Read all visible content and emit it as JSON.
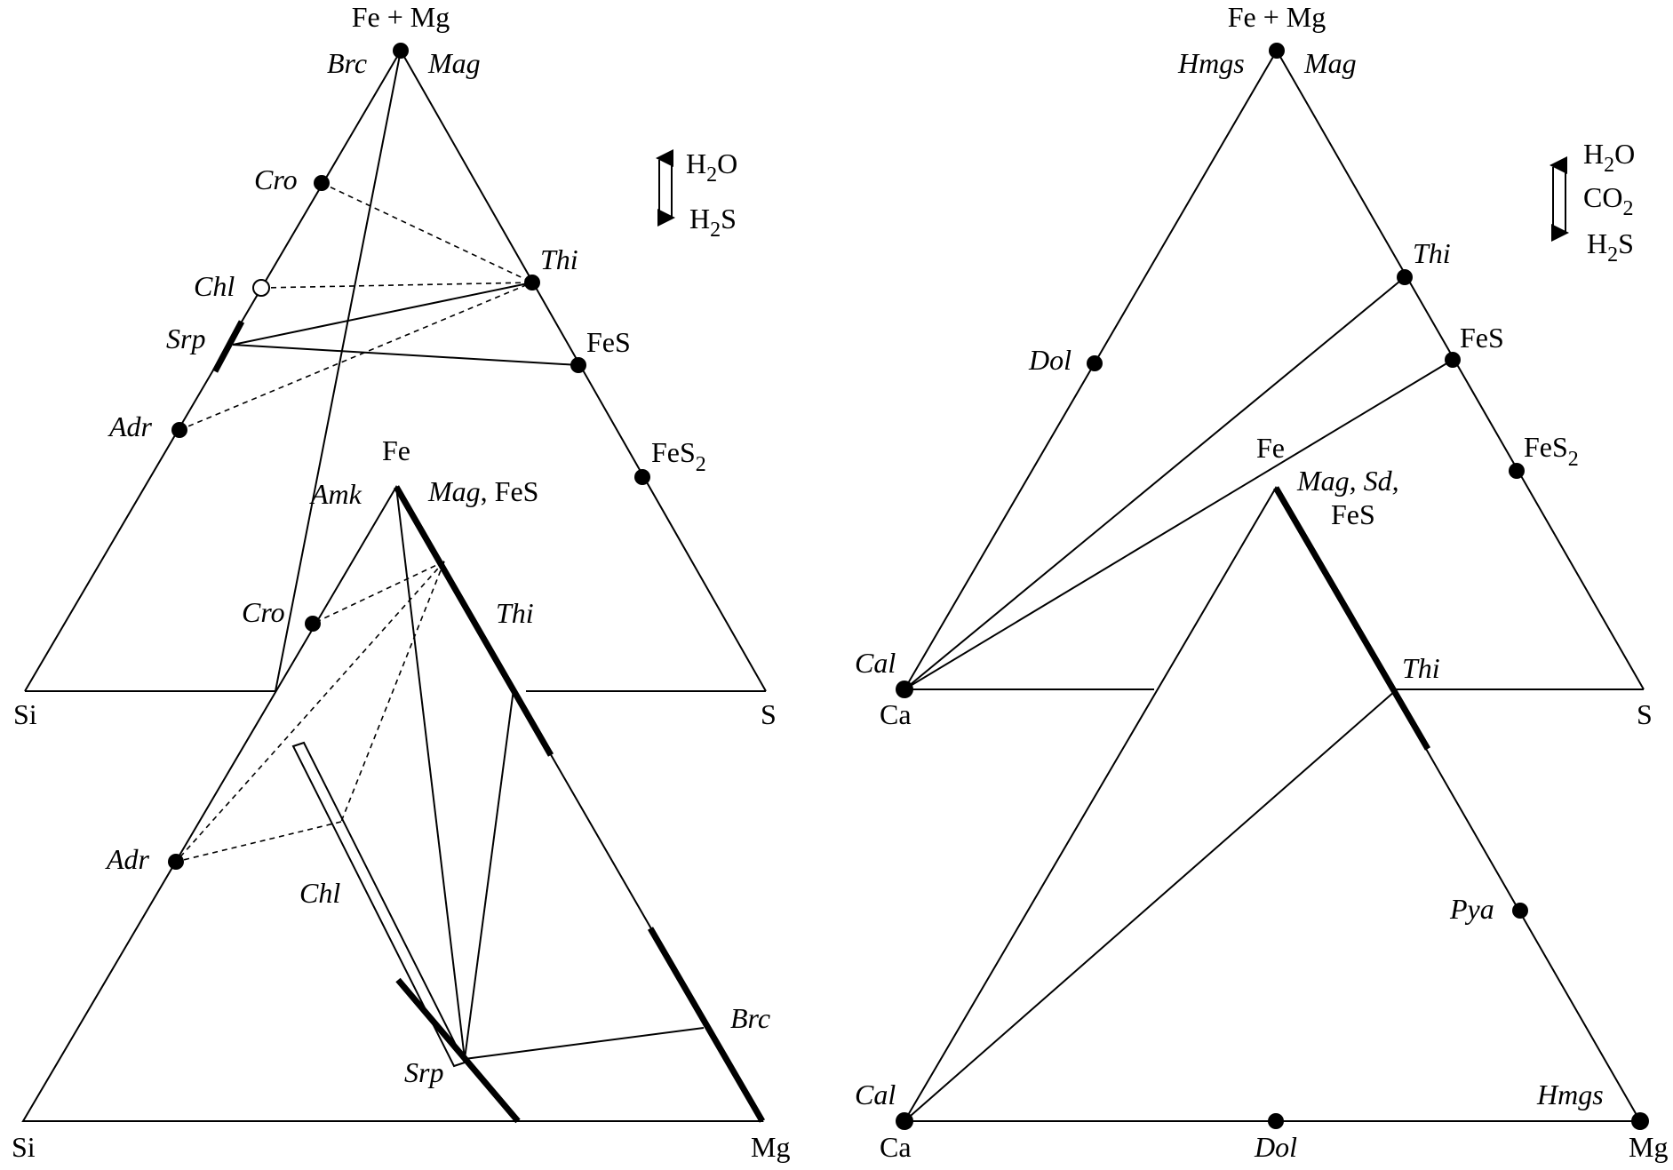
{
  "left": {
    "upper": {
      "apex": "Fe + Mg",
      "left_corner": "Si",
      "right_corner": "S",
      "phases": {
        "brc": "Brc",
        "mag": "Mag",
        "cro": "Cro",
        "thi": "Thi",
        "chl": "Chl",
        "srp": "Srp",
        "fes": "FeS",
        "adr": "Adr",
        "fes2_base": "FeS",
        "fes2_sub": "2"
      },
      "arrows": {
        "h2o_h": "H",
        "h2o_sub": "2",
        "h2o_o": "O",
        "h2s_h": "H",
        "h2s_sub": "2",
        "h2s_s": "S"
      }
    },
    "lower": {
      "apex": "Fe",
      "left_corner": "Si",
      "right_corner": "Mg",
      "phases": {
        "amk": "Amk",
        "mag": "Mag",
        "mag_fes_sep": ", FeS",
        "cro": "Cro",
        "thi": "Thi",
        "adr": "Adr",
        "chl": "Chl",
        "srp": "Srp",
        "brc": "Brc"
      }
    }
  },
  "right": {
    "upper": {
      "apex": "Fe + Mg",
      "left_corner": "Ca",
      "right_corner": "S",
      "phases": {
        "hmgs": "Hmgs",
        "mag": "Mag",
        "thi": "Thi",
        "dol": "Dol",
        "fes": "FeS",
        "fes2_base": "FeS",
        "fes2_sub": "2",
        "cal": "Cal"
      },
      "arrows": {
        "h2o_h": "H",
        "h2o_sub": "2",
        "h2o_o": "O",
        "co2_c": "CO",
        "co2_sub": "2",
        "h2s_h": "H",
        "h2s_sub": "2",
        "h2s_s": "S"
      }
    },
    "lower": {
      "apex": "Fe",
      "left_corner": "Ca",
      "right_corner": "Mg",
      "phases": {
        "mag_sd": "Mag, Sd,",
        "fes": "FeS",
        "thi": "Thi",
        "pya": "Pya",
        "cal": "Cal",
        "hmgs": "Hmgs",
        "dol": "Dol"
      }
    }
  },
  "colors": {
    "ink": "#000000",
    "paper": "#ffffff"
  }
}
